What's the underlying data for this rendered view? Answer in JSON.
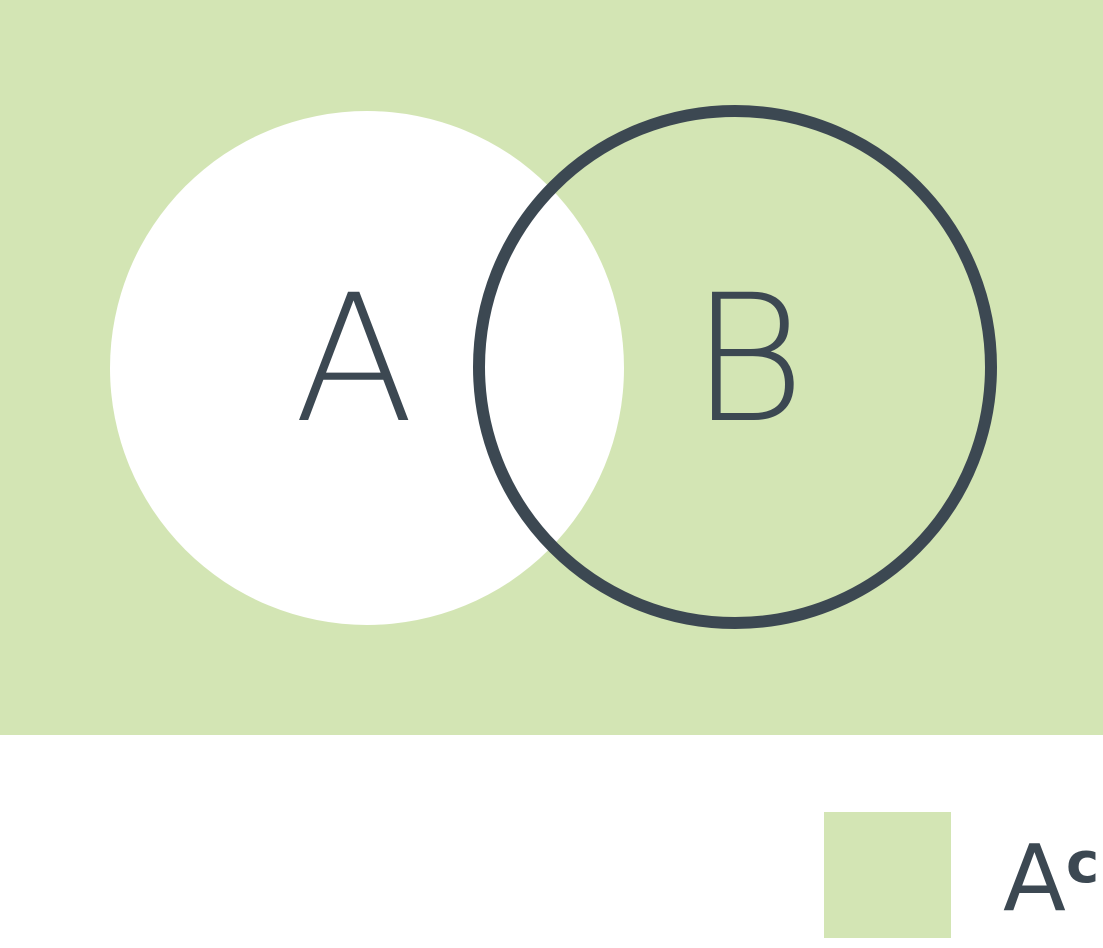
{
  "diagram": {
    "type": "venn",
    "sets": [
      {
        "label": "A"
      },
      {
        "label": "B"
      }
    ],
    "shaded_region": "complement of A",
    "legend": {
      "base": "A",
      "superscript": "c"
    }
  },
  "colors": {
    "fill": "#d3e5b4",
    "stroke": "#3c4852",
    "background": "#ffffff"
  }
}
